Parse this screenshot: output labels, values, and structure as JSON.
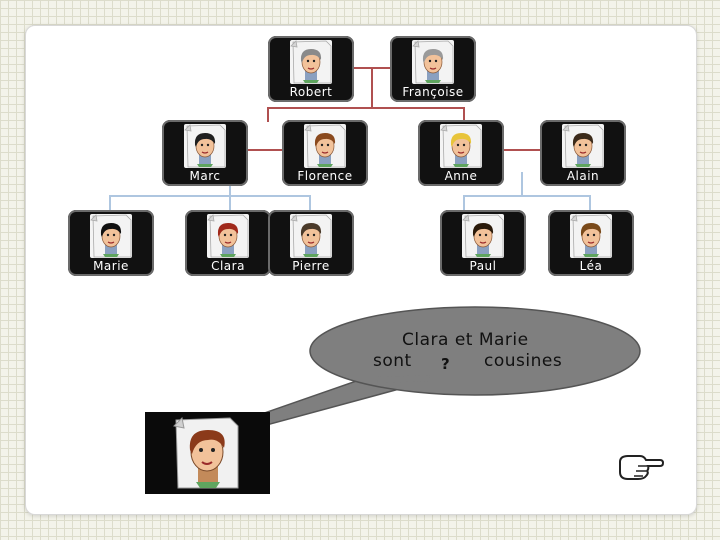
{
  "tree": {
    "people": [
      {
        "id": "robert",
        "name": "Robert",
        "icon": "grandfather-portrait-icon",
        "hair": "#8a8a8a"
      },
      {
        "id": "francoise",
        "name": "Françoise",
        "icon": "grandmother-portrait-icon",
        "hair": "#9a9a9a"
      },
      {
        "id": "marc",
        "name": "Marc",
        "icon": "man-portrait-icon",
        "hair": "#1f1f1f"
      },
      {
        "id": "florence",
        "name": "Florence",
        "icon": "woman-portrait-icon",
        "hair": "#8b4a1e"
      },
      {
        "id": "anne",
        "name": "Anne",
        "icon": "woman-portrait-icon",
        "hair": "#e8c43a"
      },
      {
        "id": "alain",
        "name": "Alain",
        "icon": "man-portrait-icon",
        "hair": "#3b2a1a"
      },
      {
        "id": "marie",
        "name": "Marie",
        "icon": "girl-portrait-icon",
        "hair": "#111111"
      },
      {
        "id": "clara",
        "name": "Clara",
        "icon": "girl-portrait-icon",
        "hair": "#a0291b"
      },
      {
        "id": "pierre",
        "name": "Pierre",
        "icon": "boy-portrait-icon",
        "hair": "#4a3a2a"
      },
      {
        "id": "paul",
        "name": "Paul",
        "icon": "boy-portrait-icon",
        "hair": "#2a1a0a"
      },
      {
        "id": "lea",
        "name": "Léa",
        "icon": "girl-portrait-icon",
        "hair": "#7a4a1a"
      }
    ],
    "marriage_line_color": "#b05050",
    "child_line_color": "#aec6e0"
  },
  "bubble": {
    "line1": "Clara et Marie",
    "line2_start": "sont",
    "blank": "?",
    "line2_end": "cousines",
    "fill": "#7f7f7f"
  },
  "answer_card": {
    "icon": "woman-portrait-icon",
    "hair": "#8b3a1a"
  },
  "navigation": {
    "icon": "pointing-hand-icon"
  }
}
